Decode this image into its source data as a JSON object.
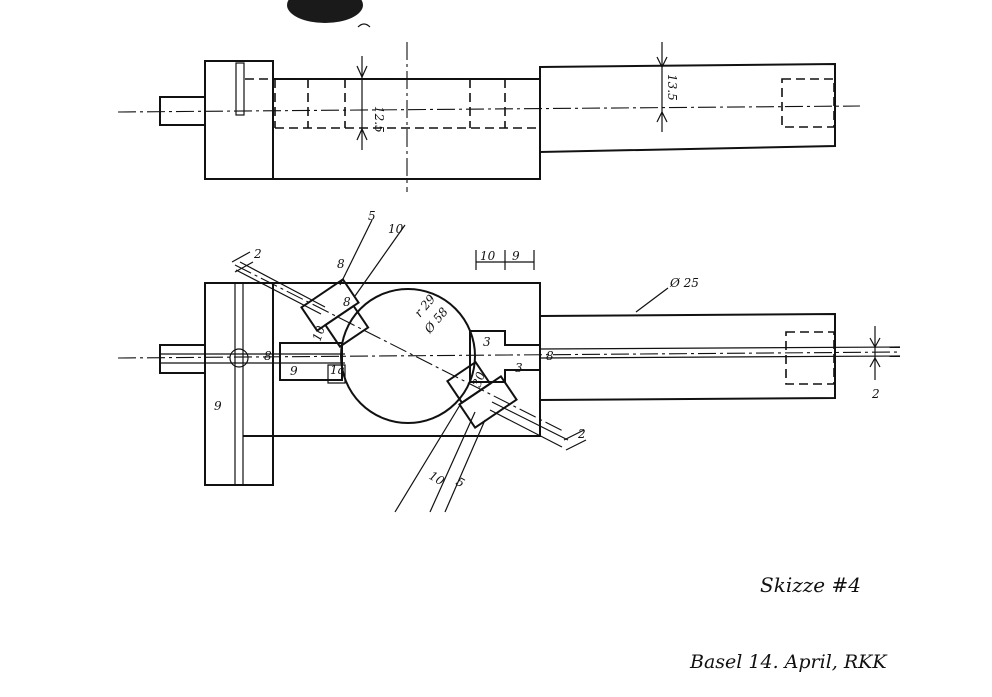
{
  "sheet": {
    "title": "Skizze #4",
    "signature": "Basel 14. April, RKK"
  },
  "dimensions": {
    "upper": {
      "slot_height": "12.5",
      "shaft_dia": "13.5"
    },
    "lower": {
      "wire_top": "2",
      "arm_five": "5",
      "arm_ten": "10",
      "arm_eight": "8",
      "arm_eight_b": "8",
      "arm_ten_small": "10",
      "pad_label": "1a",
      "top_ten": "10",
      "top_nine": "9",
      "disc_radius": "r 29",
      "disc_dia": "Ø 58",
      "shaft_dia": "Ø 25",
      "left_eight": "8",
      "left_nine": "9",
      "vert_nine": "9",
      "right_three": "3",
      "right_three_b": "3",
      "right_eight": "8",
      "angle_thirty": "30",
      "lower_wire": "2",
      "bottom_ten": "10",
      "bottom_five": "5",
      "offset_two": "2"
    }
  },
  "colors": {
    "ink": "#111111",
    "paper": "#ffffff"
  }
}
